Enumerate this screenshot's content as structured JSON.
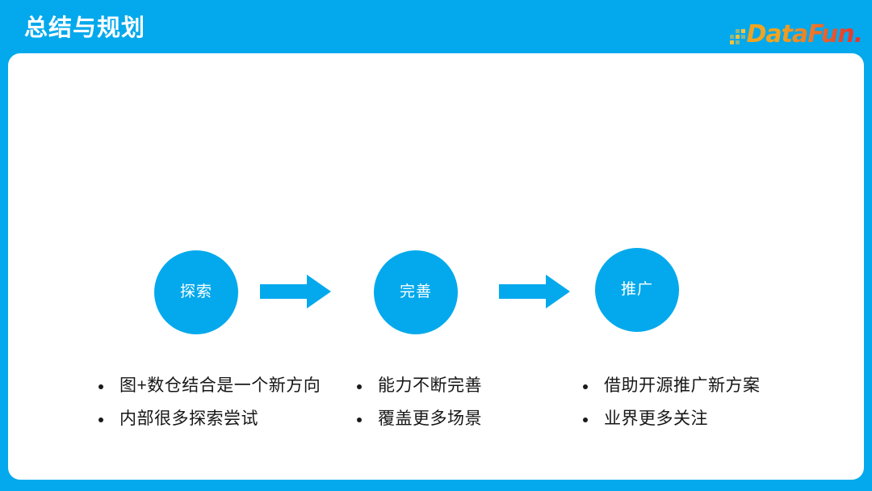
{
  "slide": {
    "title": "总结与规划",
    "background_color": "#03A9EC",
    "card_color": "#FFFFFF",
    "accent_color": "#03A9EC",
    "text_color": "#161616"
  },
  "brand": {
    "name": "DataFun.",
    "dots_icon": "pixel-dots-icon",
    "gradient_start": "#F0A320",
    "gradient_end": "#E3302F"
  },
  "flow": {
    "steps": [
      {
        "label": "探索"
      },
      {
        "label": "完善"
      },
      {
        "label": "推广"
      }
    ],
    "arrows": [
      {
        "name": "arrow-right-icon"
      },
      {
        "name": "arrow-right-icon"
      }
    ]
  },
  "columns": [
    {
      "bullets": [
        "图+数仓结合是一个新方向",
        "内部很多探索尝试"
      ]
    },
    {
      "bullets": [
        "能力不断完善",
        "覆盖更多场景"
      ]
    },
    {
      "bullets": [
        "借助开源推广新方案",
        "业界更多关注"
      ]
    }
  ]
}
